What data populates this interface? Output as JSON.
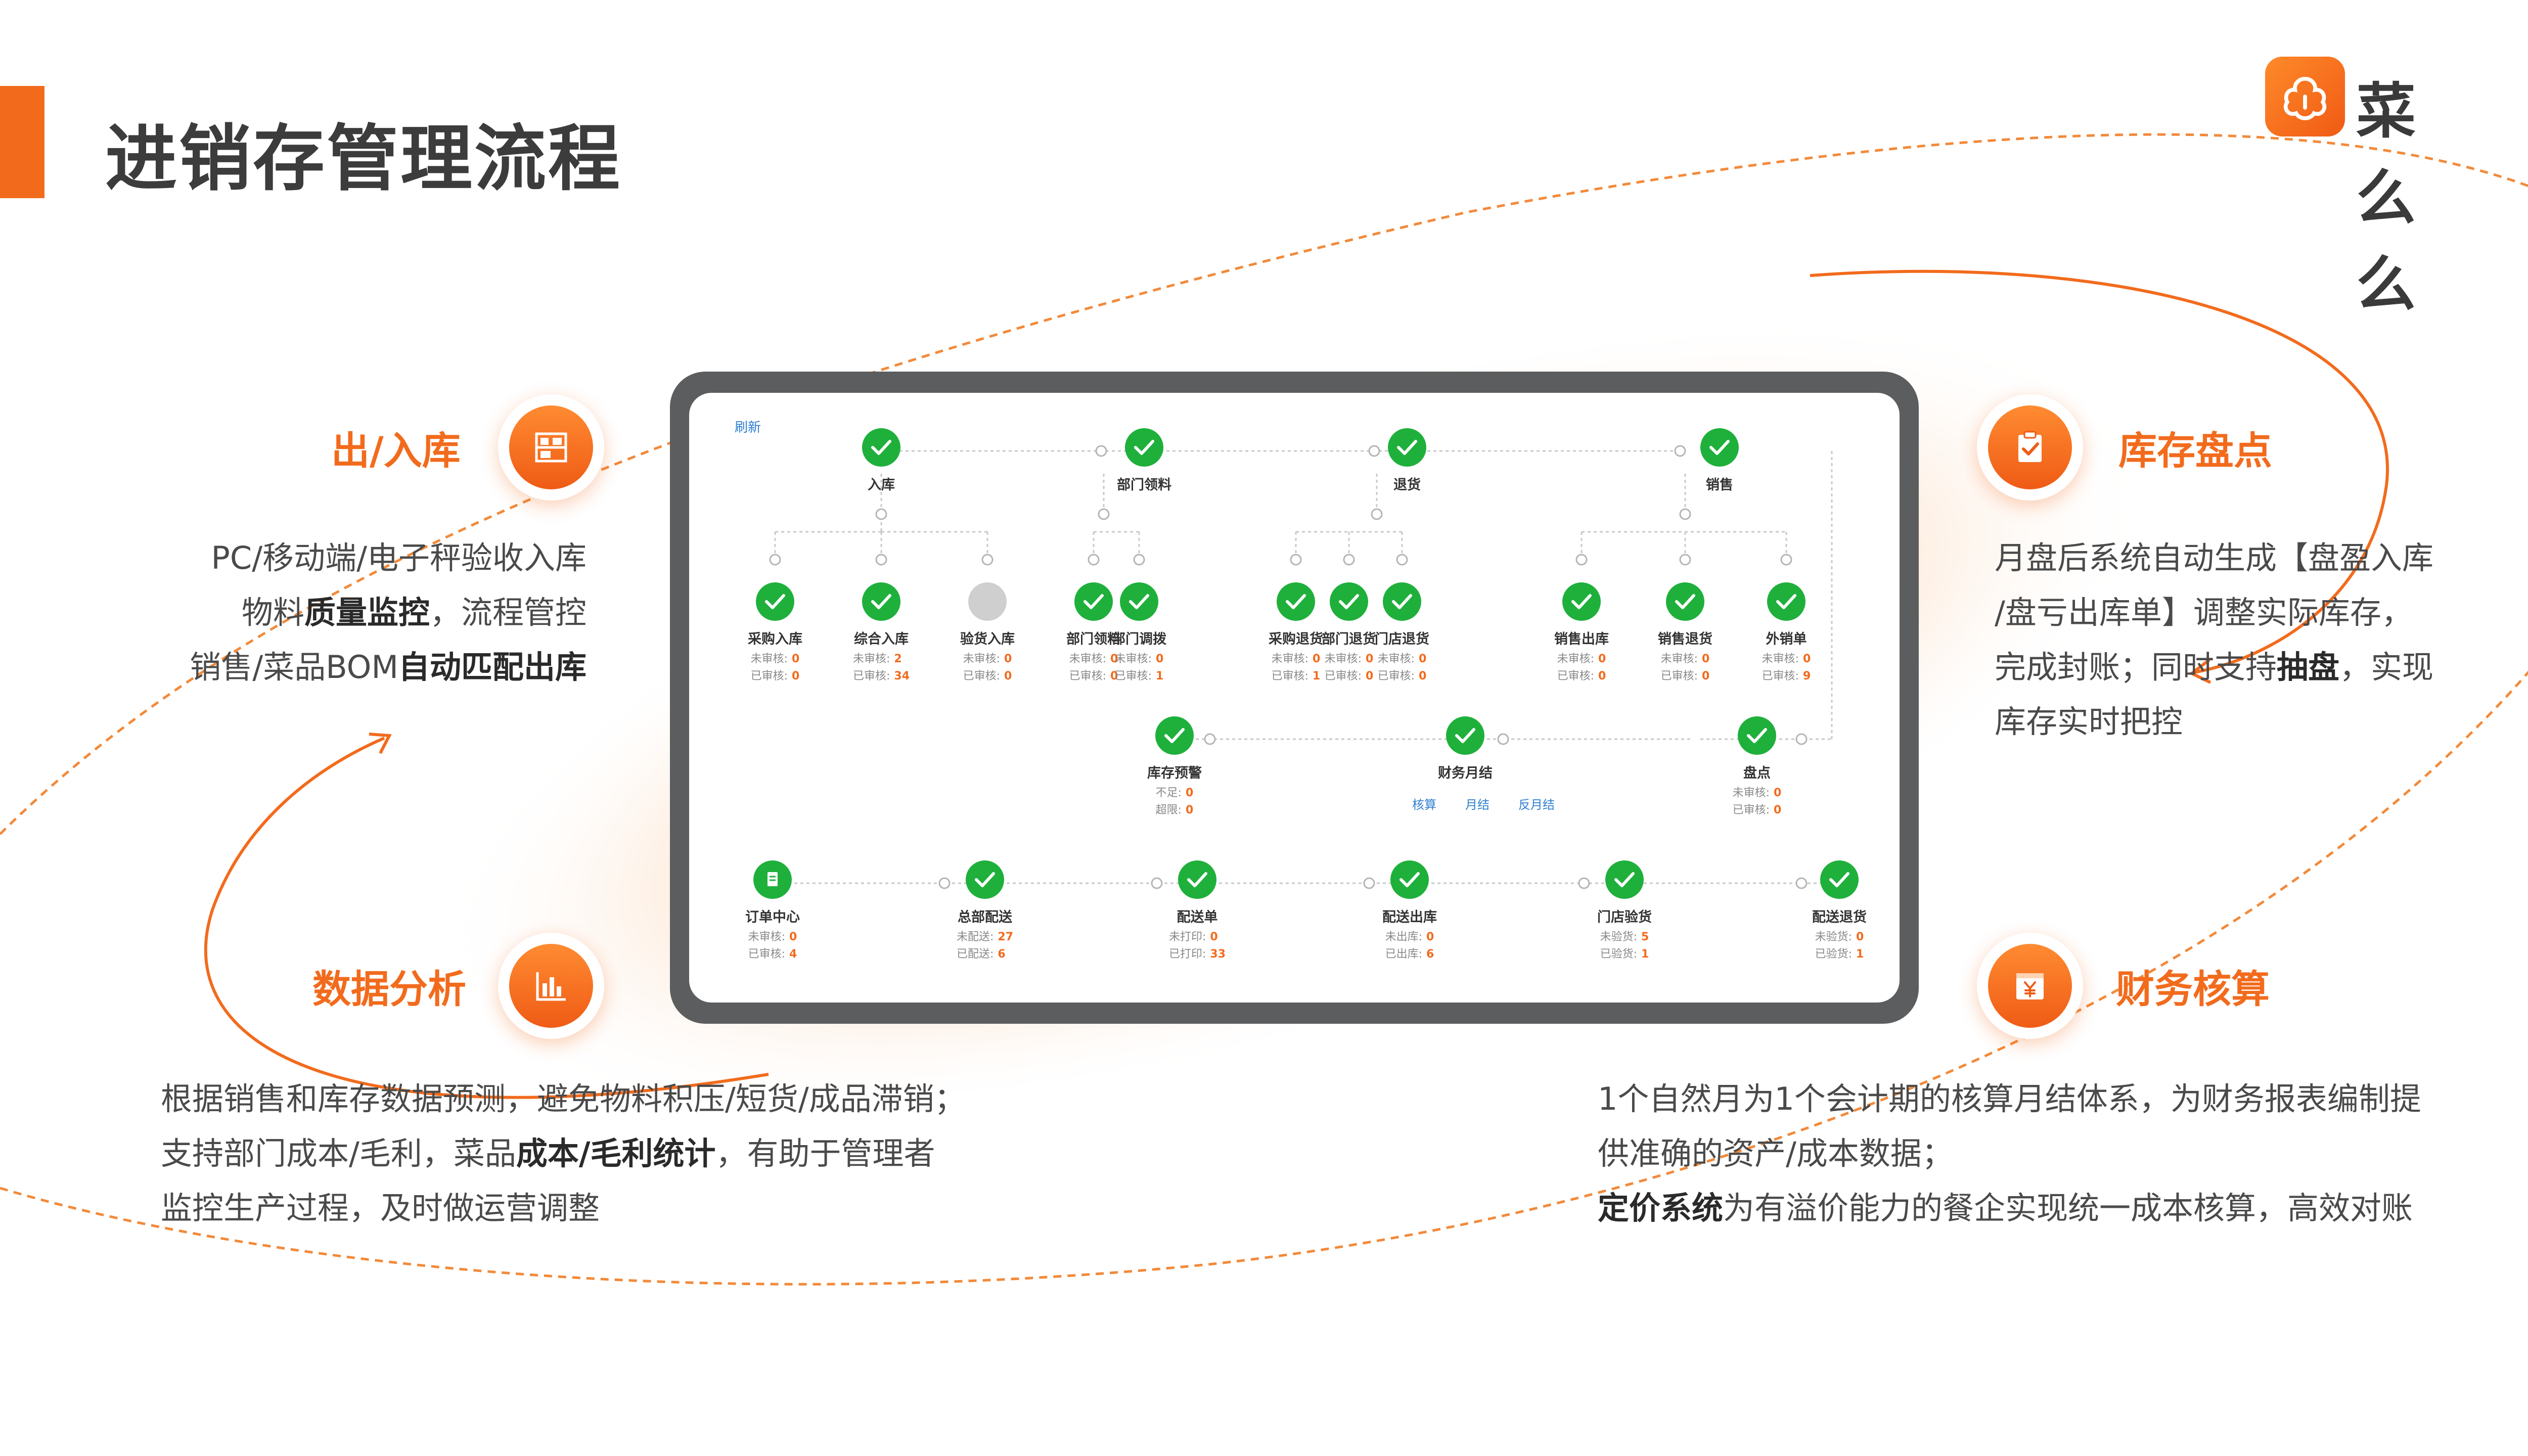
{
  "title": "进销存管理流程",
  "brand": {
    "name": "菜么么",
    "color": "#f26b1d"
  },
  "colors": {
    "accent": "#f26b1d",
    "check": "#1fb03c",
    "tablet": "#5c5d5f",
    "link": "#2f7fd0"
  },
  "features": {
    "inout": {
      "title": "出/入库",
      "icon": "warehouse-icon",
      "lines": [
        [
          "PC/移动端/电子秤验收入库",
          ""
        ],
        [
          "物料",
          "质量监控",
          "，流程管控"
        ],
        [
          "销售/菜品BOM",
          "自动匹配出库"
        ]
      ]
    },
    "stocktake": {
      "title": "库存盘点",
      "icon": "clipboard-check-icon",
      "l1": "月盘后系统自动生成【盘盈入库",
      "l2": "/盘亏出库单】调整实际库存，",
      "l3a": "完成封账；同时支持",
      "l3b": "抽盘",
      "l3c": "，实现",
      "l4": "库存实时把控"
    },
    "analysis": {
      "title": "数据分析",
      "icon": "bar-chart-icon",
      "l1": "根据销售和库存数据预测，避免物料积压/短货/成品滞销；",
      "l2a": "支持部门成本/毛利，菜品",
      "l2b": "成本/毛利统计",
      "l2c": "，有助于管理者",
      "l3": "监控生产过程，及时做运营调整"
    },
    "finance": {
      "title": "财务核算",
      "icon": "yen-ledger-icon",
      "l1": "1个自然月为1个会计期的核算月结体系，为财务报表编制提",
      "l2": "供准确的资产/成本数据；",
      "l3a": "定价系统",
      "l3b": "为有溢价能力的餐企实现统一成本核算，高效对账"
    }
  },
  "screen": {
    "refresh": "刷新",
    "top_nodes": [
      "入库",
      "部门领料",
      "退货",
      "销售"
    ],
    "sub_nodes": [
      {
        "label": "采购入库",
        "k1": "未审核:",
        "v1": "0",
        "k2": "已审核:",
        "v2": "0",
        "state": "done"
      },
      {
        "label": "综合入库",
        "k1": "未审核:",
        "v1": "2",
        "k2": "已审核:",
        "v2": "34",
        "state": "done"
      },
      {
        "label": "验货入库",
        "k1": "未审核:",
        "v1": "0",
        "k2": "已审核:",
        "v2": "0",
        "state": "pending"
      },
      {
        "label": "部门领料",
        "k1": "未审核:",
        "v1": "0",
        "k2": "已审核:",
        "v2": "0",
        "state": "done"
      },
      {
        "label": "部门调拨",
        "k1": "未审核:",
        "v1": "0",
        "k2": "已审核:",
        "v2": "1",
        "state": "done"
      },
      {
        "label": "采购退货",
        "k1": "未审核:",
        "v1": "0",
        "k2": "已审核:",
        "v2": "1",
        "state": "done"
      },
      {
        "label": "部门退货",
        "k1": "未审核:",
        "v1": "0",
        "k2": "已审核:",
        "v2": "0",
        "state": "done"
      },
      {
        "label": "门店退货",
        "k1": "未审核:",
        "v1": "0",
        "k2": "已审核:",
        "v2": "0",
        "state": "done"
      },
      {
        "label": "销售出库",
        "k1": "未审核:",
        "v1": "0",
        "k2": "已审核:",
        "v2": "0",
        "state": "done"
      },
      {
        "label": "销售退货",
        "k1": "未审核:",
        "v1": "0",
        "k2": "已审核:",
        "v2": "0",
        "state": "done"
      },
      {
        "label": "外销单",
        "k1": "未审核:",
        "v1": "0",
        "k2": "已审核:",
        "v2": "9",
        "state": "done"
      }
    ],
    "mid_nodes": [
      {
        "label": "库存预警",
        "k1": "不足:",
        "v1": "0",
        "k2": "超限:",
        "v2": "0"
      },
      {
        "label": "财务月结",
        "links": [
          "核算",
          "月结",
          "反月结"
        ]
      },
      {
        "label": "盘点",
        "k1": "未审核:",
        "v1": "0",
        "k2": "已审核:",
        "v2": "0"
      }
    ],
    "bottom_nodes": [
      {
        "label": "订单中心",
        "k1": "未审核:",
        "v1": "0",
        "k2": "已审核:",
        "v2": "4",
        "icon": "document-icon"
      },
      {
        "label": "总部配送",
        "k1": "未配送:",
        "v1": "27",
        "k2": "已配送:",
        "v2": "6"
      },
      {
        "label": "配送单",
        "k1": "未打印:",
        "v1": "0",
        "k2": "已打印:",
        "v2": "33"
      },
      {
        "label": "配送出库",
        "k1": "未出库:",
        "v1": "0",
        "k2": "已出库:",
        "v2": "6"
      },
      {
        "label": "门店验货",
        "k1": "未验货:",
        "v1": "5",
        "k2": "已验货:",
        "v2": "1"
      },
      {
        "label": "配送退货",
        "k1": "未验货:",
        "v1": "0",
        "k2": "已验货:",
        "v2": "1"
      }
    ]
  }
}
